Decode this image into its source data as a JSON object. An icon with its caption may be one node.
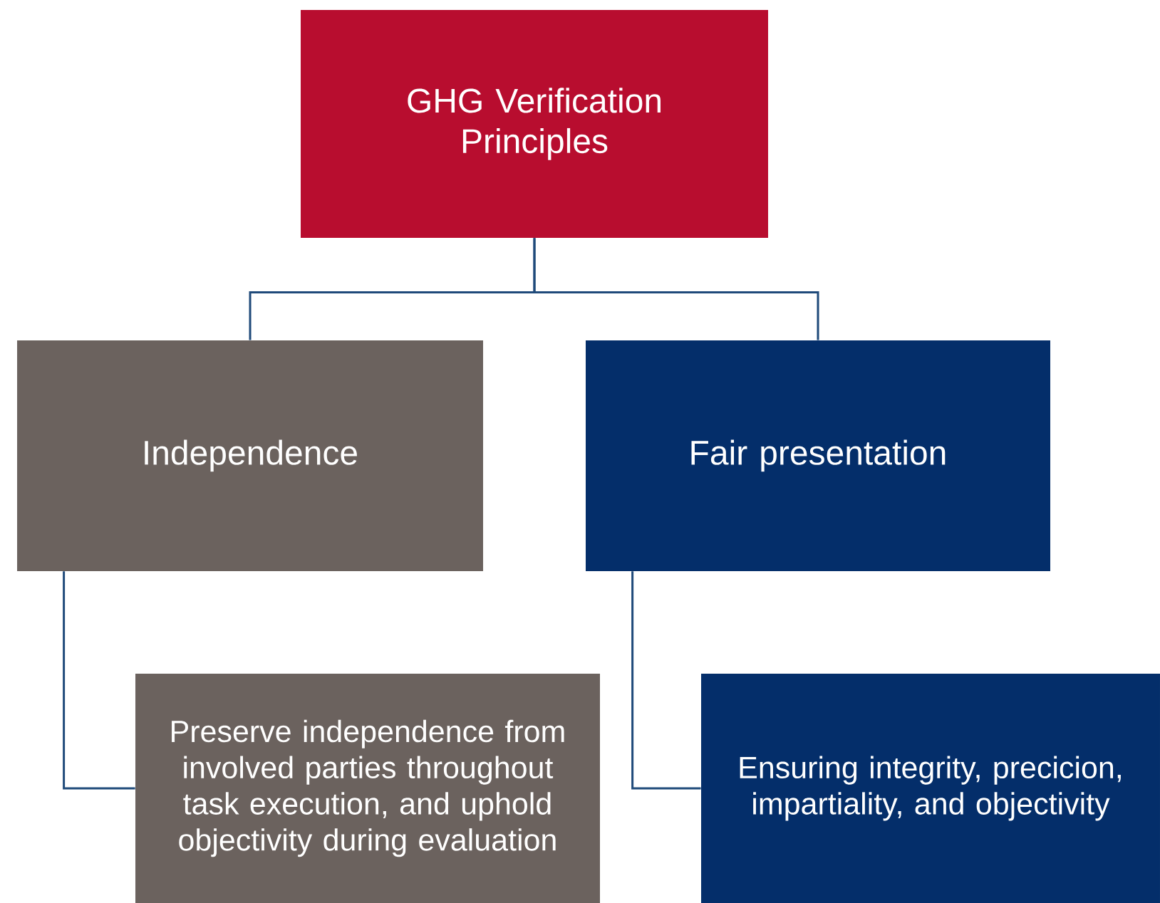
{
  "diagram": {
    "nodes": [
      {
        "text": [
          "GHG Verification Principles"
        ]
      },
      {
        "text": [
          "Independence"
        ]
      },
      {
        "text": [
          "Fair presentation"
        ]
      },
      {
        "text": [
          "Preserve independence from involved parties throughout task execution, and uphold objectivity during evaluation"
        ]
      },
      {
        "text": [
          "Ensuring integrity, precicion, impartiality, and objectivity"
        ]
      }
    ],
    "edges": [
      {
        "from": 0,
        "to": 1,
        "arrow": "none"
      },
      {
        "from": 0,
        "to": 2,
        "arrow": "none"
      },
      {
        "from": 1,
        "to": 3,
        "arrow": "none"
      },
      {
        "from": 2,
        "to": 4,
        "arrow": "none"
      }
    ]
  }
}
